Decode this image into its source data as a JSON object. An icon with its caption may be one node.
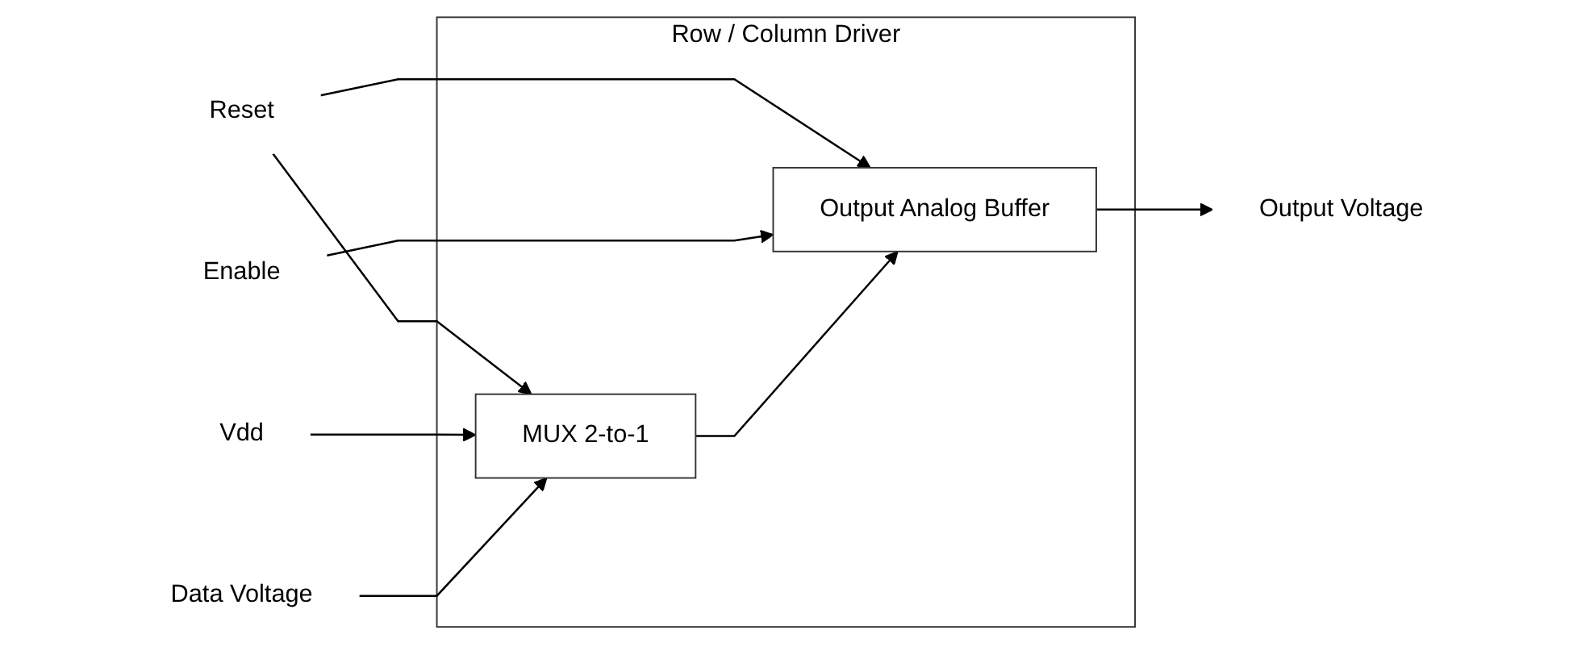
{
  "diagram": {
    "nodes": [
      {
        "text": [
          "Row / Column Driver"
        ]
      },
      {
        "text": [
          "MUX 2-to-1"
        ],
        "in": 0
      },
      {
        "text": [
          "Output Analog Buffer"
        ],
        "in": 0
      },
      {
        "text": [
          "Reset"
        ]
      },
      {
        "text": [
          "Enable"
        ]
      },
      {
        "text": [
          "Vdd"
        ]
      },
      {
        "text": [
          "Data Voltage"
        ]
      },
      {
        "text": [
          "Output Voltage"
        ]
      }
    ],
    "edges": [
      {
        "from": 3,
        "to": 1,
        "arrow": "to"
      },
      {
        "from": 3,
        "to": 2,
        "arrow": "to"
      },
      {
        "from": 4,
        "to": 2,
        "arrow": "to"
      },
      {
        "from": 5,
        "to": 1,
        "arrow": "to"
      },
      {
        "from": 6,
        "to": 1,
        "arrow": "to"
      },
      {
        "from": 1,
        "to": 2,
        "arrow": "to"
      },
      {
        "from": 2,
        "to": 7,
        "arrow": "to"
      }
    ]
  }
}
